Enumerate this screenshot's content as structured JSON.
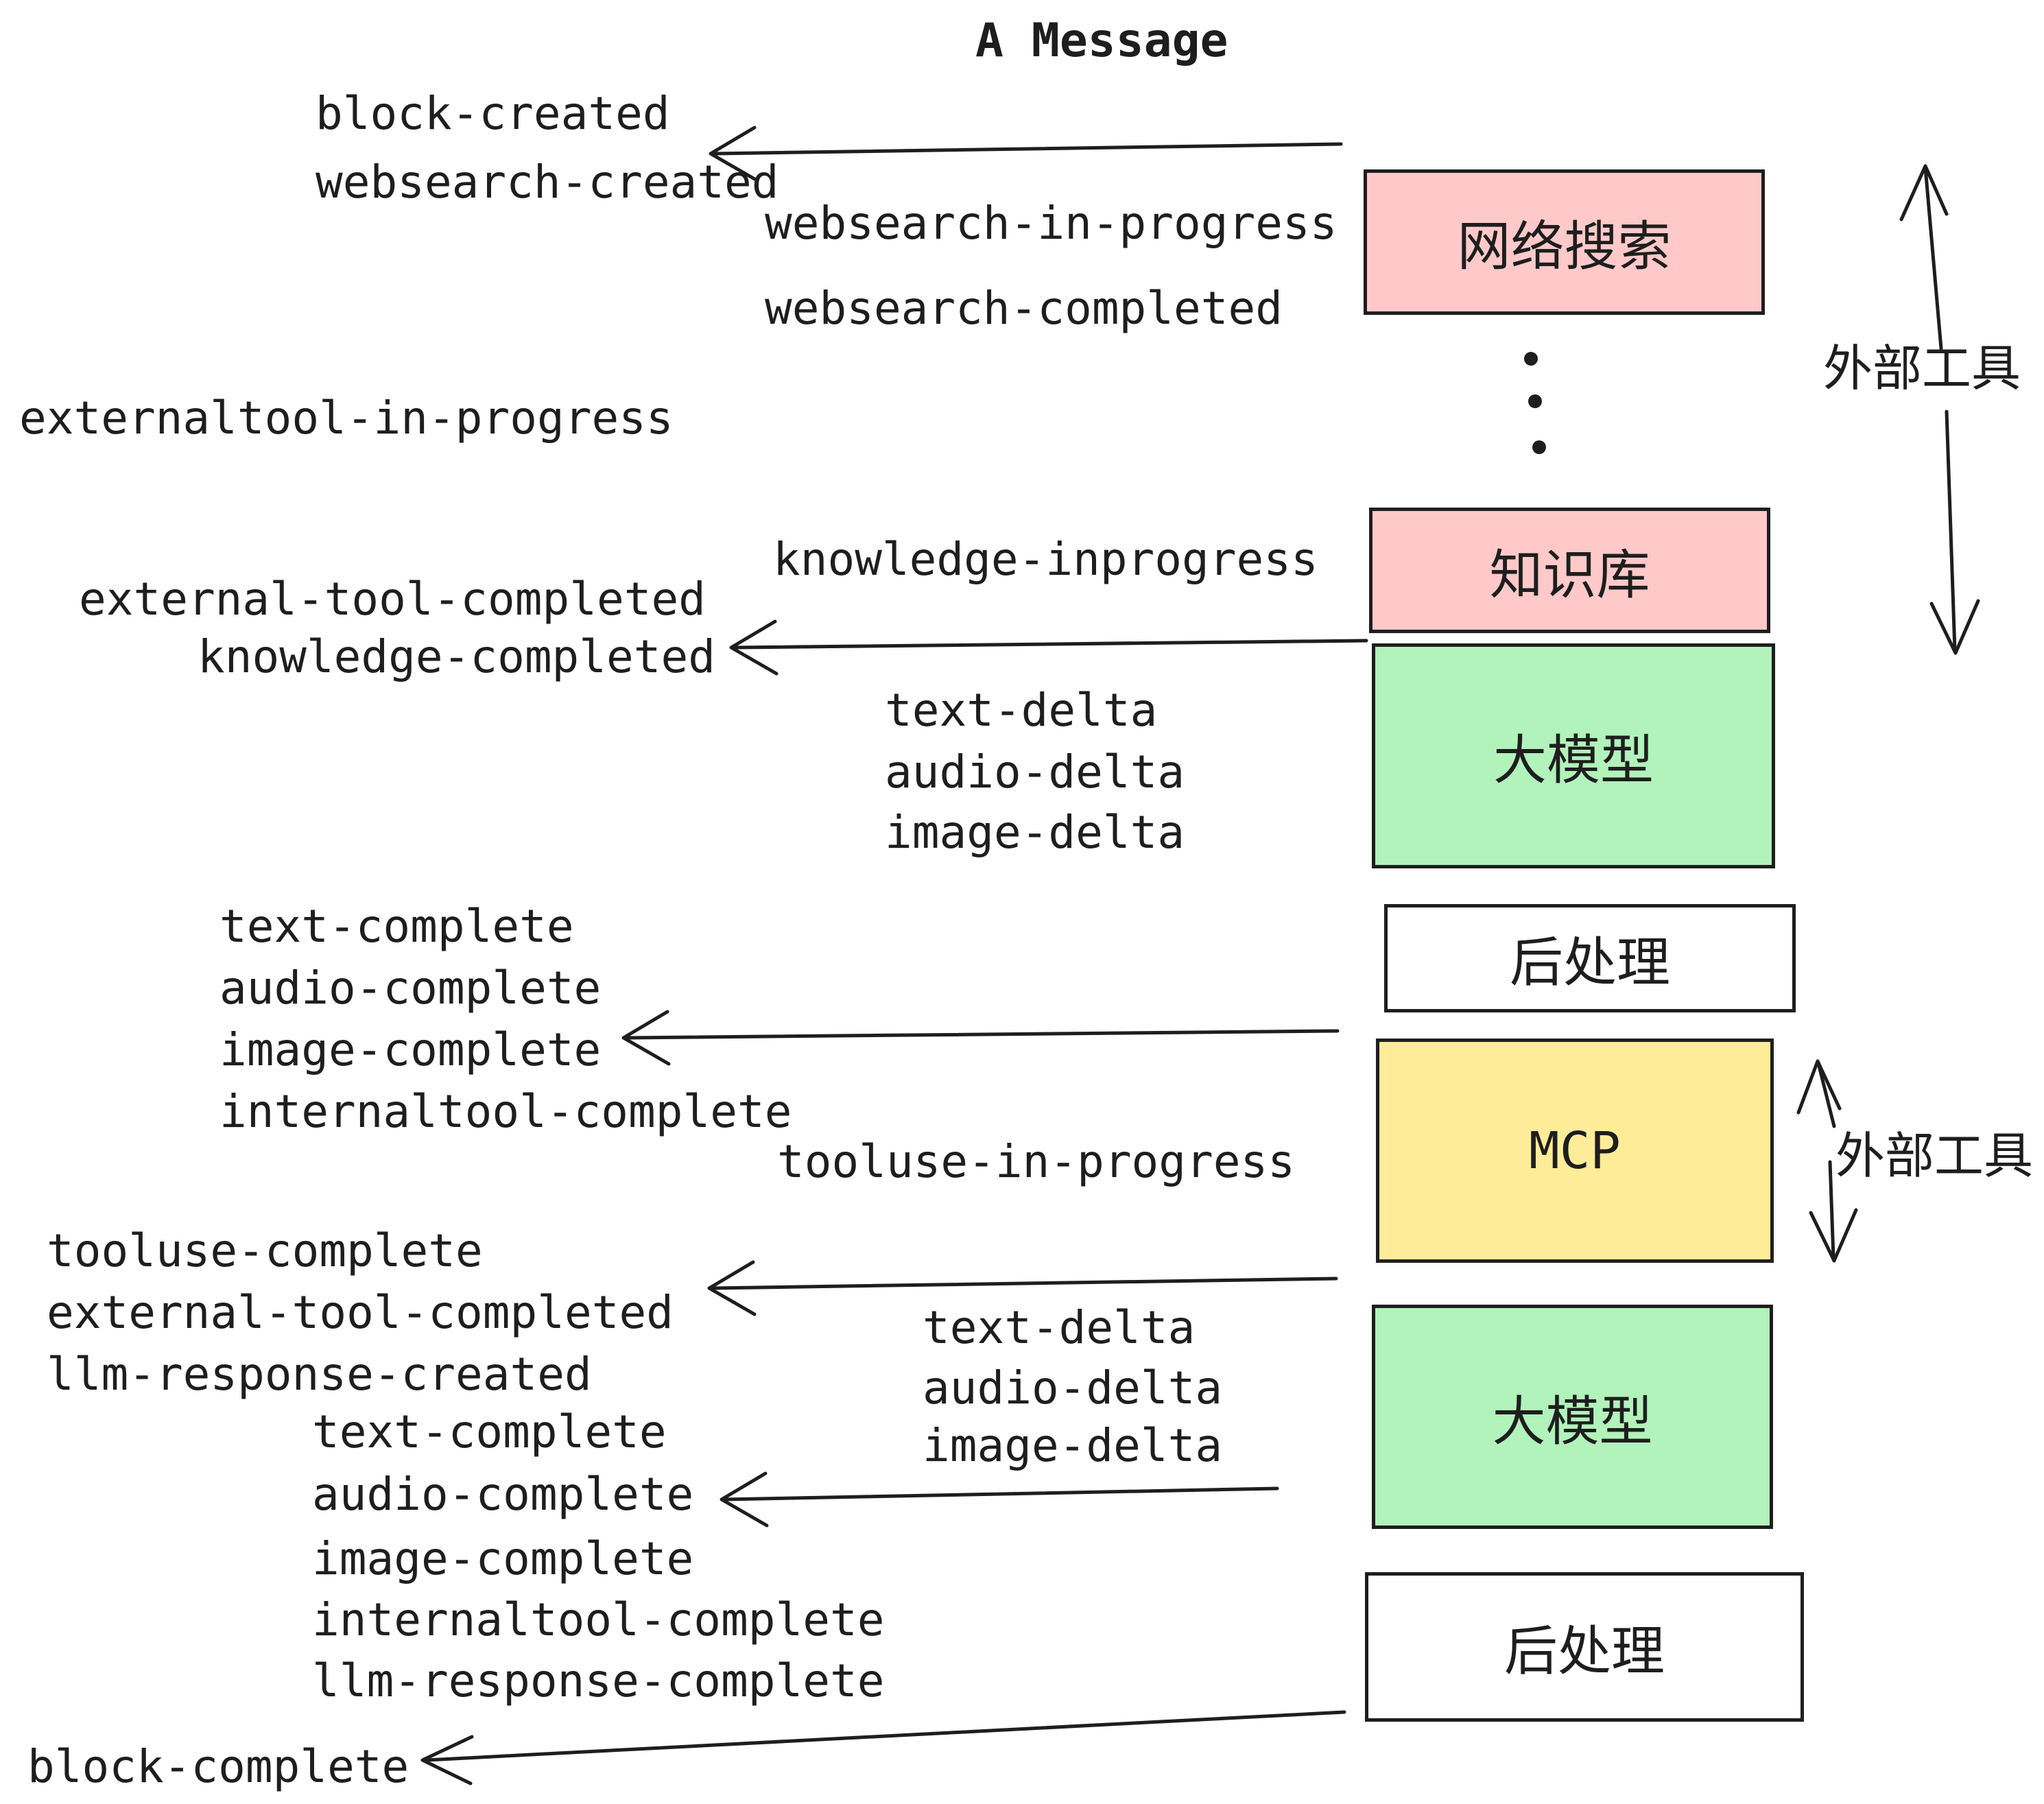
{
  "title": "A Message",
  "events": {
    "block_created": "block-created",
    "websearch_created": "websearch-created",
    "websearch_in_progress": "websearch-in-progress",
    "websearch_completed": "websearch-completed",
    "externaltool_in_progress": "externaltool-in-progress",
    "knowledge_inprogress": "knowledge-inprogress",
    "external_tool_completed": "external-tool-completed",
    "knowledge_completed": "knowledge-completed",
    "text_delta": "text-delta",
    "audio_delta": "audio-delta",
    "image_delta": "image-delta",
    "text_complete": "text-complete",
    "audio_complete": "audio-complete",
    "image_complete": "image-complete",
    "internaltool_complete": "internaltool-complete",
    "tooluse_in_progress": "tooluse-in-progress",
    "tooluse_complete": "tooluse-complete",
    "llm_response_created": "llm-response-created",
    "llm_response_complete": "llm-response-complete",
    "block_complete": "block-complete"
  },
  "boxes": {
    "websearch": {
      "label": "网络搜索",
      "fill": "#ffc9c9"
    },
    "knowledge": {
      "label": "知识库",
      "fill": "#ffc9c9"
    },
    "llm_top": {
      "label": "大模型",
      "fill": "#b2f2bb"
    },
    "post_top": {
      "label": "后处理",
      "fill": "#ffffff"
    },
    "mcp": {
      "label": "MCP",
      "fill": "#ffec99"
    },
    "llm_bottom": {
      "label": "大模型",
      "fill": "#b2f2bb"
    },
    "post_bottom": {
      "label": "后处理",
      "fill": "#ffffff"
    }
  },
  "side_labels": {
    "external_tools_upper": "外部工具",
    "external_tools_lower": "外部工具"
  },
  "colors": {
    "ink": "#1e1e1e",
    "pink": "#ffc9c9",
    "green": "#b2f2bb",
    "yellow": "#ffec99",
    "background": "#ffffff"
  }
}
